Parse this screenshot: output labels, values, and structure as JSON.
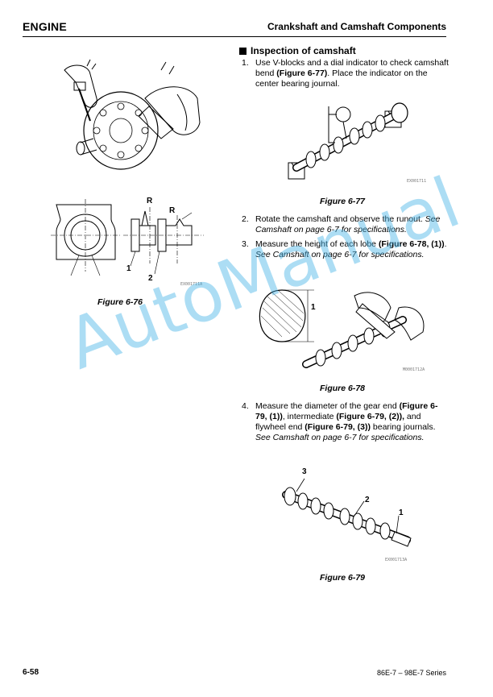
{
  "header": {
    "left_title": "ENGINE",
    "right_title": "Crankshaft and Camshaft Components"
  },
  "section": {
    "title": "Inspection of camshaft"
  },
  "steps": [
    {
      "num": "1.",
      "t1": "Use V-blocks and a dial indicator to check camshaft bend ",
      "t2": "(Figure 6-77)",
      "t3": ". Place the indicator on the center bearing journal."
    },
    {
      "num": "2.",
      "t1": "Rotate the camshaft and observe the runout. ",
      "t2": "See Camshaft on page 6-7 for specifications."
    },
    {
      "num": "3.",
      "t1": "Measure the height of each lobe ",
      "t2": "(Figure 6-78, (1))",
      "t3": ". ",
      "t4": "See Camshaft on page 6-7 for specifications."
    },
    {
      "num": "4.",
      "t1": "Measure the diameter of the gear end ",
      "t2": "(Figure 6-79, (1))",
      "t3": ", intermediate ",
      "t4": "(Figure 6-79, (2)),",
      "t5": " and flywheel end ",
      "t6": "(Figure 6-79, (3))",
      "t7": " bearing journals. ",
      "t8": "See Camshaft on page 6-7 for specifications."
    }
  ],
  "figures": {
    "f76": {
      "caption": "Figure 6-76",
      "label_r1": "R",
      "label_r2": "R",
      "label_1": "1",
      "label_2": "2",
      "code": "EX001711A"
    },
    "f77": {
      "caption": "Figure 6-77",
      "code": "EX001711"
    },
    "f78": {
      "caption": "Figure 6-78",
      "label_1": "1",
      "code": "M0001712A"
    },
    "f79": {
      "caption": "Figure 6-79",
      "label_1": "1",
      "label_2": "2",
      "label_3": "3",
      "code": "EX001713A"
    }
  },
  "watermark": "AutoManual",
  "footer": {
    "page_number": "6-58",
    "series": "86E-7 – 98E-7 Series"
  }
}
